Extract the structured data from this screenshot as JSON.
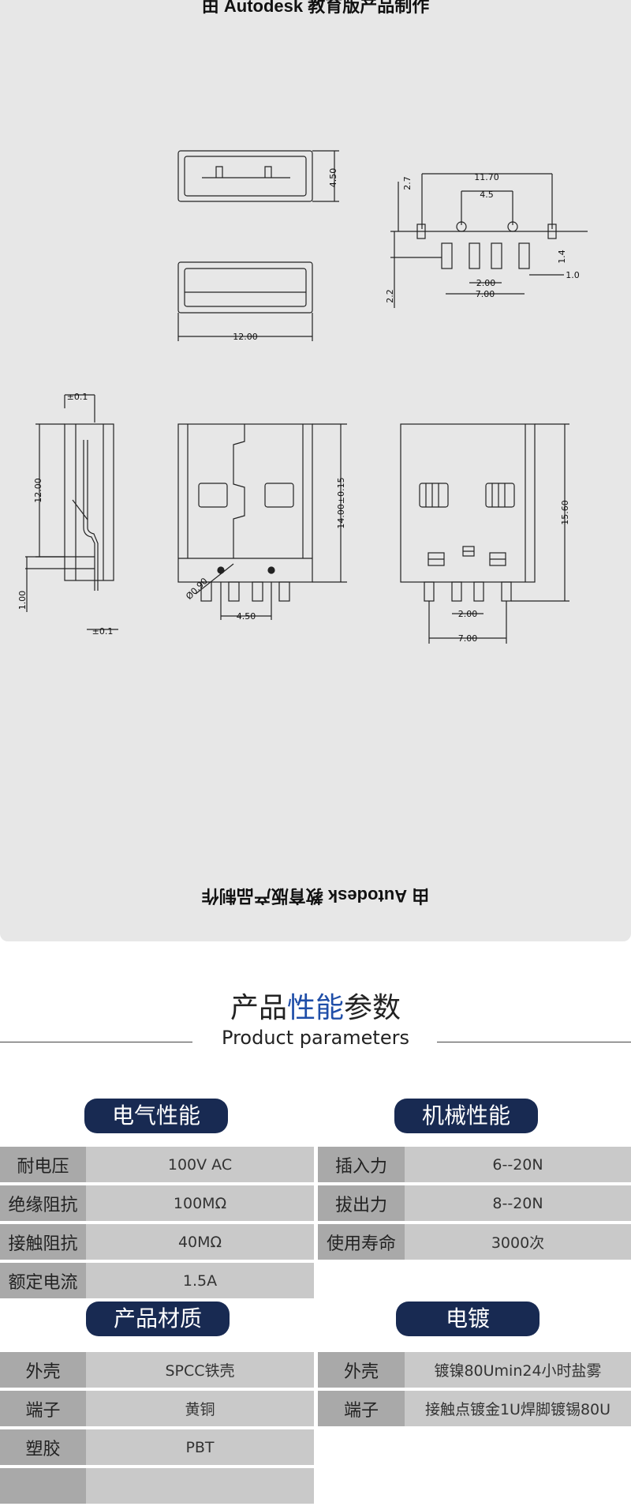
{
  "drawing": {
    "watermark": "由 Autodesk 教育版产品制作",
    "dims": {
      "d450_top": "4.50",
      "d1200_w": "12.00",
      "d1170": "11.70",
      "d45_pins": "4.5",
      "d27": "2.7",
      "d14": "1.4",
      "d10": "1.0",
      "d200_a": "2.00",
      "d700_a": "7.00",
      "d22": "2.2",
      "d01_top": "±0.1",
      "d01_bottom": "±0.1",
      "d1200_side": "12.00",
      "d100": "1.00",
      "d1400": "14.00±0.15",
      "d450_front": "4.50",
      "dphi": "Ø0.90",
      "d1560": "15.60",
      "d200_b": "2.00",
      "d700_b": "7.00"
    }
  },
  "params": {
    "title_part1": "产品",
    "title_accent": "性能",
    "title_part2": "参数",
    "subtitle": "Product parameters"
  },
  "electrical": {
    "heading": "电气性能",
    "rows": [
      {
        "label": "耐电压",
        "value": "100V  AC"
      },
      {
        "label": "绝缘阻抗",
        "value": "100MΩ"
      },
      {
        "label": "接触阻抗",
        "value": "40MΩ"
      },
      {
        "label": "额定电流",
        "value": "1.5A"
      }
    ]
  },
  "mechanical": {
    "heading": "机械性能",
    "rows": [
      {
        "label": "插入力",
        "value": "6--20N"
      },
      {
        "label": "拔出力",
        "value": "8--20N"
      },
      {
        "label": "使用寿命",
        "value": "3000次"
      }
    ]
  },
  "material": {
    "heading": "产品材质",
    "rows": [
      {
        "label": "外壳",
        "value": "SPCC铁壳"
      },
      {
        "label": "端子",
        "value": "黄铜"
      },
      {
        "label": "塑胶",
        "value": "PBT"
      },
      {
        "label": "",
        "value": ""
      }
    ]
  },
  "plating": {
    "heading": "电镀",
    "rows": [
      {
        "label": "外壳",
        "value": "镀镍80Umin24小时盐雾"
      },
      {
        "label": "端子",
        "value": "接触点镀金1U焊脚镀锡80U"
      }
    ]
  },
  "colors": {
    "accent": "#1f4ea8",
    "pill": "#182a52",
    "label_bg": "#a9a9a9",
    "value_bg": "#c9c9c9",
    "panel_bg": "#e7e7e7"
  }
}
